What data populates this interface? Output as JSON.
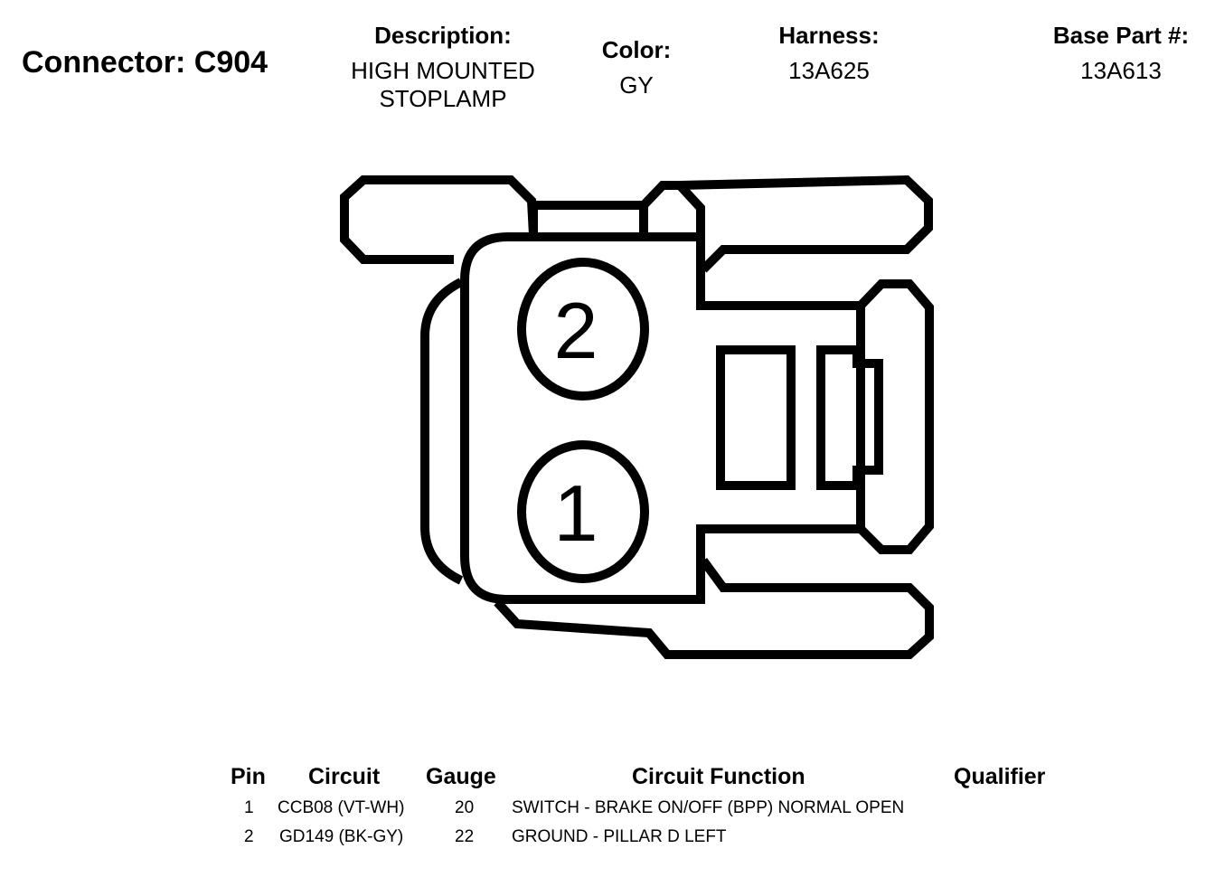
{
  "connector": {
    "title": "Connector: C904",
    "description_label": "Description:",
    "description_line1": "HIGH MOUNTED",
    "description_line2": "STOPLAMP",
    "color_label": "Color:",
    "color_value": "GY",
    "harness_label": "Harness:",
    "harness_value": "13A625",
    "base_part_label": "Base Part #:",
    "base_part_value": "13A613"
  },
  "diagram": {
    "cavity_top_label": "2",
    "cavity_bottom_label": "1",
    "stroke_color": "#000000"
  },
  "table": {
    "headers": {
      "pin": "Pin",
      "circuit": "Circuit",
      "gauge": "Gauge",
      "function": "Circuit Function",
      "qualifier": "Qualifier"
    },
    "rows": [
      {
        "pin": "1",
        "circuit": "CCB08 (VT-WH)",
        "gauge": "20",
        "function": "SWITCH - BRAKE ON/OFF (BPP) NORMAL OPEN",
        "qualifier": ""
      },
      {
        "pin": "2",
        "circuit": "GD149 (BK-GY)",
        "gauge": "22",
        "function": "GROUND - PILLAR D LEFT",
        "qualifier": ""
      }
    ]
  }
}
